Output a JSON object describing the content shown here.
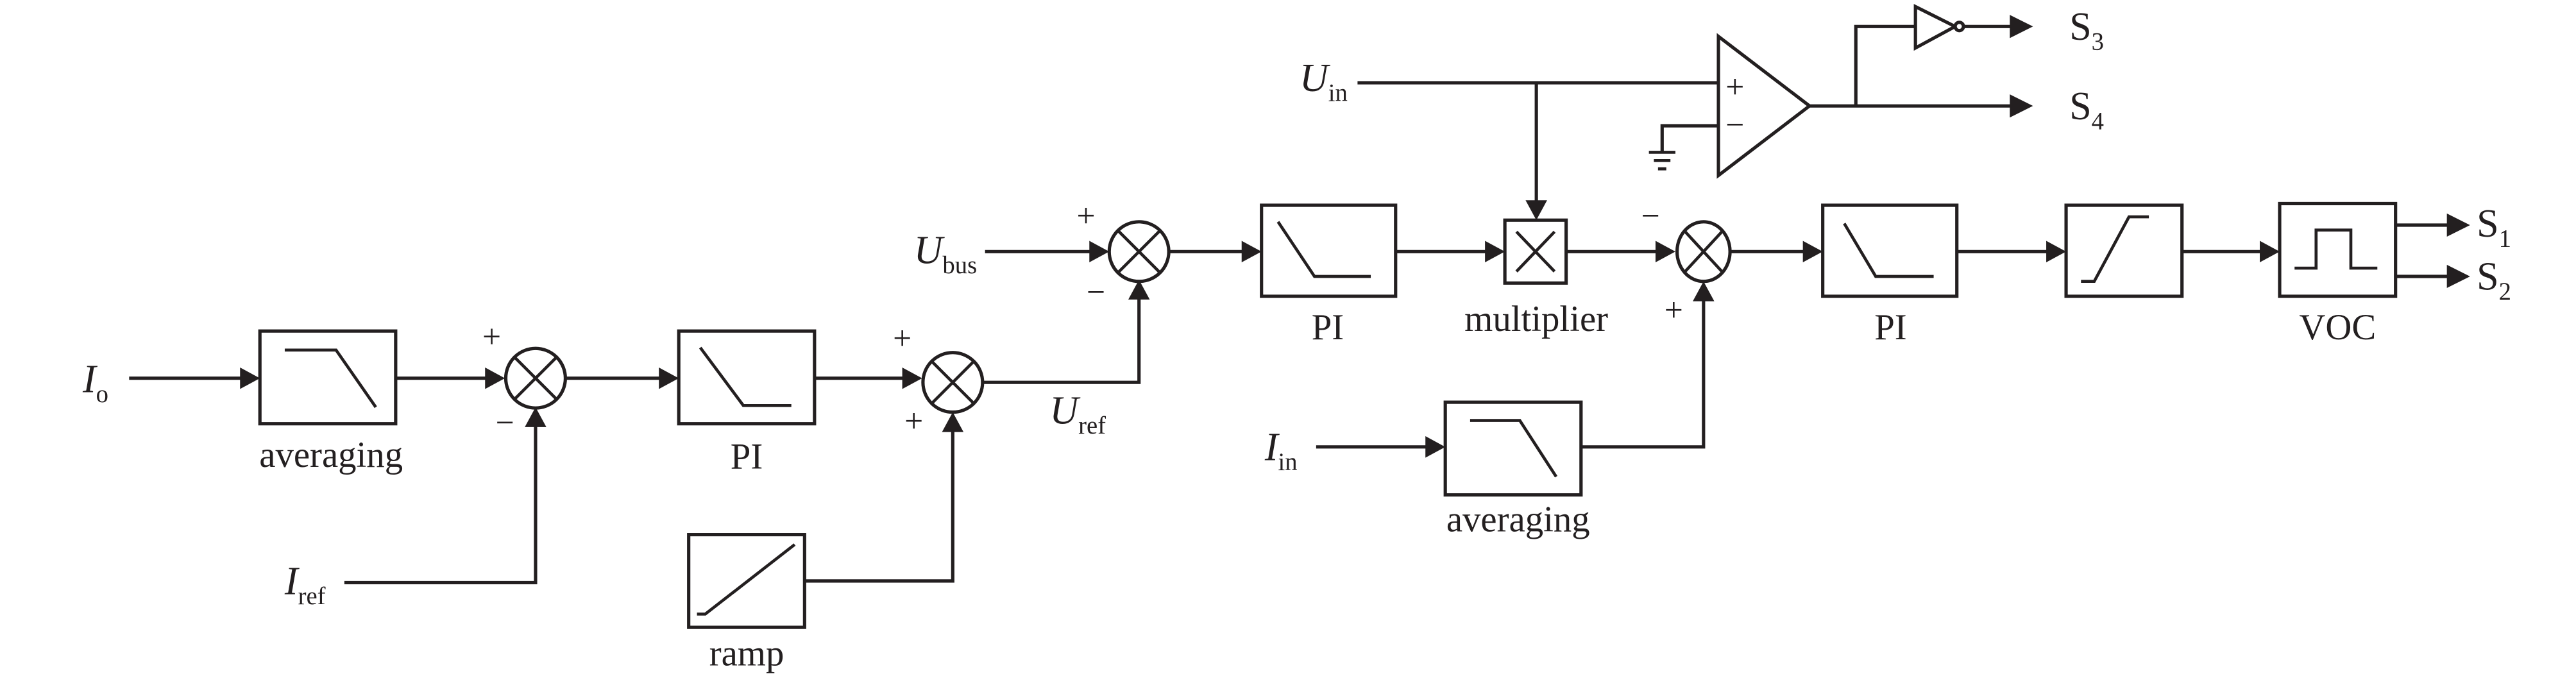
{
  "diagram": {
    "type": "control-block-diagram",
    "inputs": {
      "io": {
        "main": "I",
        "sub": "o"
      },
      "iref": {
        "main": "I",
        "sub": "ref"
      },
      "ubus": {
        "main": "U",
        "sub": "bus"
      },
      "uref": {
        "main": "U",
        "sub": "ref"
      },
      "iin": {
        "main": "I",
        "sub": "in"
      },
      "uin": {
        "main": "U",
        "sub": "in"
      }
    },
    "outputs": {
      "s1": {
        "main": "S",
        "sub": "1"
      },
      "s2": {
        "main": "S",
        "sub": "2"
      },
      "s3": {
        "main": "S",
        "sub": "3"
      },
      "s4": {
        "main": "S",
        "sub": "4"
      }
    },
    "blocks": {
      "averaging1": "averaging",
      "pi1": "PI",
      "ramp": "ramp",
      "pi2": "PI",
      "multiplier": "multiplier",
      "averaging2": "averaging",
      "pi3": "PI",
      "voc": "VOC"
    },
    "signs": {
      "sum1_top": "+",
      "sum1_bottom": "−",
      "sum2_top": "+",
      "sum2_bottom": "+",
      "sum3_top": "+",
      "sum3_bottom": "−",
      "sum4_top": "−",
      "sum4_bottom": "+",
      "comp_plus": "+",
      "comp_minus": "−"
    }
  }
}
